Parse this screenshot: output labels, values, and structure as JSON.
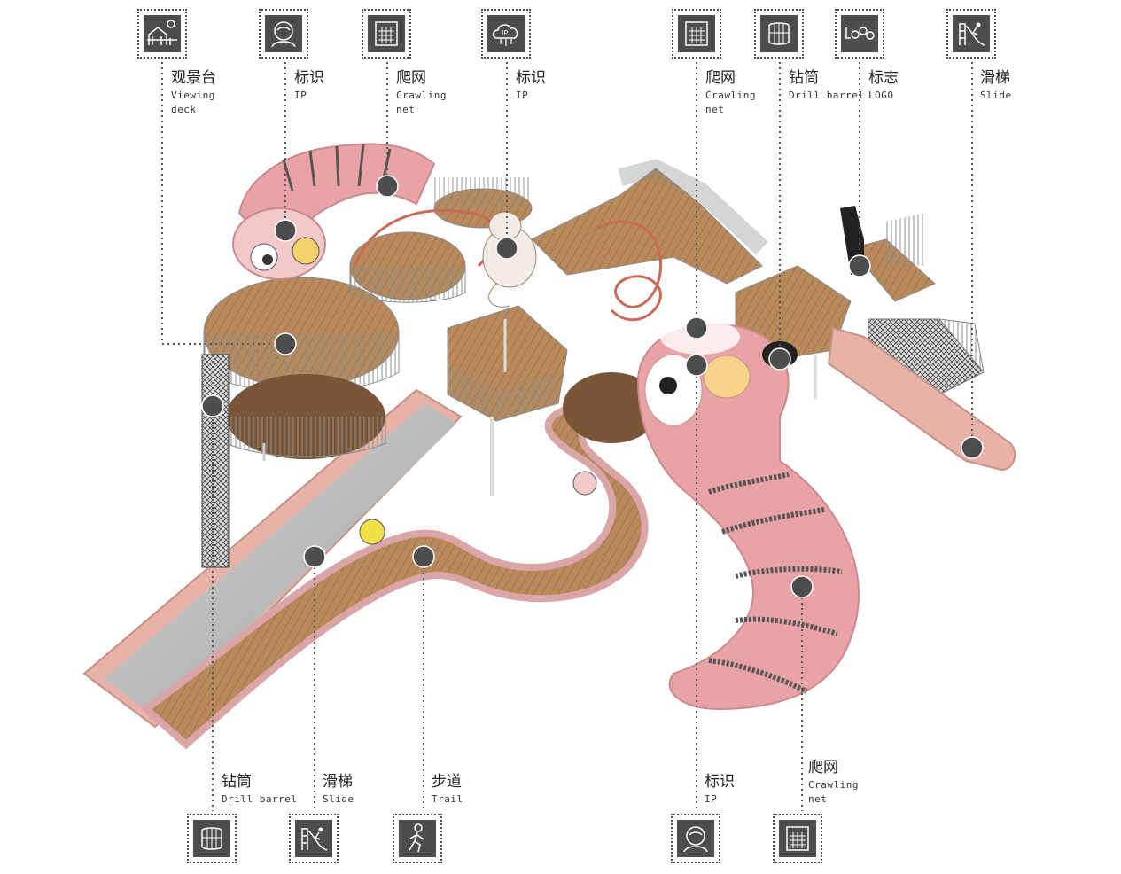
{
  "colors": {
    "pink": "#e9a3a6",
    "pink_dark": "#d98a8e",
    "wood": "#b98a5c",
    "rail": "#9a9a9a",
    "dot": "#4d4d4d",
    "icon_bg": "#4d4d4d"
  },
  "callouts_top": [
    {
      "id": "viewing-deck",
      "icon": "viewing-deck-icon",
      "zh": "观景台",
      "en": [
        "Viewing",
        "deck"
      ]
    },
    {
      "id": "ip-1",
      "icon": "ip-mascot-icon",
      "zh": "标识",
      "en": [
        "IP"
      ]
    },
    {
      "id": "crawling-net-1",
      "icon": "crawling-net-icon",
      "zh": "爬网",
      "en": [
        "Crawling",
        "net"
      ]
    },
    {
      "id": "ip-2",
      "icon": "ip-cloud-icon",
      "zh": "标识",
      "en": [
        "IP"
      ]
    },
    {
      "id": "crawling-net-2",
      "icon": "crawling-net-icon",
      "zh": "爬网",
      "en": [
        "Crawling",
        "net"
      ]
    },
    {
      "id": "drill-barrel-1",
      "icon": "drill-barrel-icon",
      "zh": "钻筒",
      "en": [
        "Drill barrel"
      ]
    },
    {
      "id": "logo",
      "icon": "logo-icon",
      "zh": "标志",
      "en": [
        "LOGO"
      ]
    },
    {
      "id": "slide-1",
      "icon": "slide-icon",
      "zh": "滑梯",
      "en": [
        "Slide"
      ]
    }
  ],
  "callouts_bottom": [
    {
      "id": "drill-barrel-2",
      "icon": "drill-barrel-icon",
      "zh": "钻筒",
      "en": [
        "Drill barrel"
      ]
    },
    {
      "id": "slide-2",
      "icon": "slide-icon",
      "zh": "滑梯",
      "en": [
        "Slide"
      ]
    },
    {
      "id": "trail",
      "icon": "trail-icon",
      "zh": "步道",
      "en": [
        "Trail"
      ]
    },
    {
      "id": "ip-3",
      "icon": "ip-mascot-icon",
      "zh": "标识",
      "en": [
        "IP"
      ]
    },
    {
      "id": "crawling-net-3",
      "icon": "crawling-net-icon",
      "zh": "爬网",
      "en": [
        "Crawling",
        "net"
      ]
    }
  ]
}
